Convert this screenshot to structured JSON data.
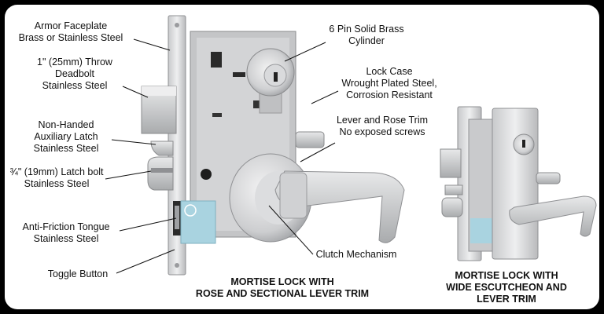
{
  "callouts": {
    "faceplate": [
      "Armor Faceplate",
      "Brass or Stainless Steel"
    ],
    "deadbolt": [
      "1\" (25mm) Throw",
      "Deadbolt",
      "Stainless Steel"
    ],
    "aux_latch": [
      "Non-Handed",
      "Auxiliary Latch",
      "Stainless Steel"
    ],
    "latch_bolt": [
      "¾\" (19mm) Latch bolt",
      "Stainless Steel"
    ],
    "tongue": [
      "Anti-Friction Tongue",
      "Stainless Steel"
    ],
    "toggle": [
      "Toggle Button"
    ],
    "cylinder": [
      "6 Pin Solid Brass",
      "Cylinder"
    ],
    "lock_case": [
      "Lock Case",
      "Wrought Plated Steel,",
      "Corrosion Resistant"
    ],
    "lever_rose": [
      "Lever and Rose Trim",
      "No exposed screws"
    ],
    "clutch": [
      "Clutch Mechanism"
    ]
  },
  "captions": {
    "main": [
      "MORTISE LOCK WITH",
      "ROSE AND SECTIONAL LEVER TRIM"
    ],
    "secondary": [
      "MORTISE LOCK WITH",
      "WIDE ESCUTCHEON AND",
      "LEVER TRIM"
    ]
  }
}
